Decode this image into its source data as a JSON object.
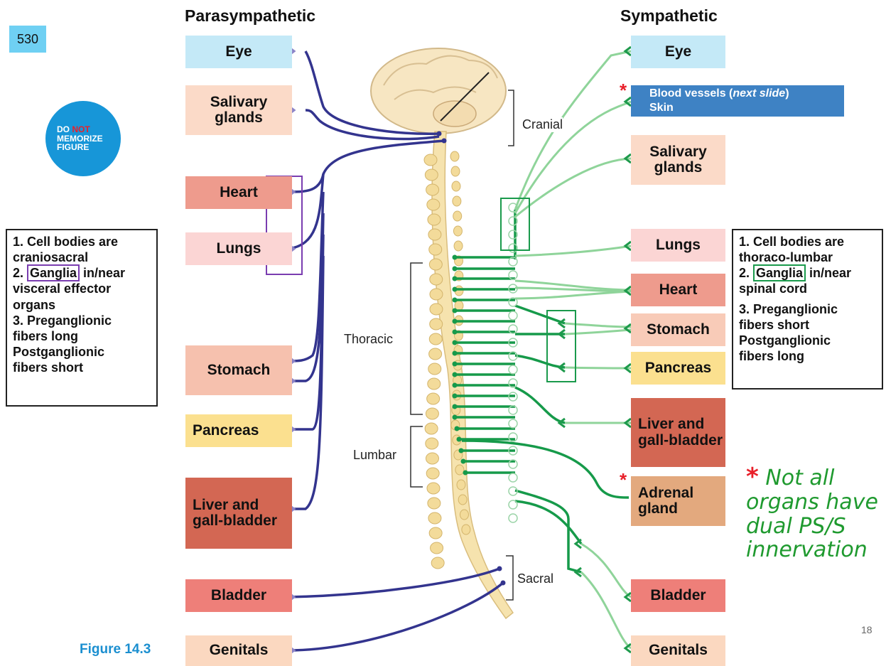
{
  "slide_number": "530",
  "page_number": "18",
  "figure_label": "Figure 14.3",
  "badge": {
    "line1_do": "DO",
    "line1_not": "NOT",
    "line2": "MEMORIZE",
    "line3": "FIGURE"
  },
  "headers": {
    "left": "Parasympathetic",
    "right": "Sympathetic"
  },
  "parasympathetic_organs": [
    "Eye",
    "Salivary glands",
    "Heart",
    "Lungs",
    "Stomach",
    "Pancreas",
    "Liver and gall-bladder",
    "Bladder",
    "Genitals"
  ],
  "sympathetic_organs": [
    "Eye",
    "Salivary glands",
    "Lungs",
    "Heart",
    "Stomach",
    "Pancreas",
    "Liver and gall-bladder",
    "Adrenal gland",
    "Bladder",
    "Genitals"
  ],
  "blood_vessels": {
    "line1_a": "Blood vessels (",
    "line1_italic": "next slide",
    "line1_b": ")",
    "line2": "Skin"
  },
  "regions": {
    "cranial": "Cranial",
    "thoracic": "Thoracic",
    "lumbar": "Lumbar",
    "sacral": "Sacral"
  },
  "left_note": {
    "l1": "1. Cell bodies are",
    "l2": "craniosacral",
    "l3_a": "2. ",
    "l3_hl": "Ganglia",
    "l3_b": " in/near",
    "l4": "visceral effector",
    "l5": "organs",
    "l6": "3. Preganglionic",
    "l7": "fibers long",
    "l8": "Postganglionic",
    "l9": "fibers short"
  },
  "right_note": {
    "l1": "1. Cell bodies are",
    "l2": "thoraco-lumbar",
    "l3_a": "2. ",
    "l3_hl": "Ganglia",
    "l3_b": " in/near",
    "l4": "spinal cord",
    "l5": "3. Preganglionic",
    "l6": "fibers short",
    "l7": "Postganglionic",
    "l8": "fibers long"
  },
  "handwritten_note": {
    "star": "*",
    "l1": "Not all",
    "l2": "organs have",
    "l3": "dual PS/S",
    "l4": "innervation"
  },
  "stars": {
    "blood": "*",
    "adrenal": "*"
  },
  "colors": {
    "parasympathetic_fiber": "#33348e",
    "sympathetic_pre": "#169a4a",
    "sympathetic_post": "#8fd49a",
    "spine": "#f6e3ae",
    "blue_box": "#3e82c4"
  }
}
